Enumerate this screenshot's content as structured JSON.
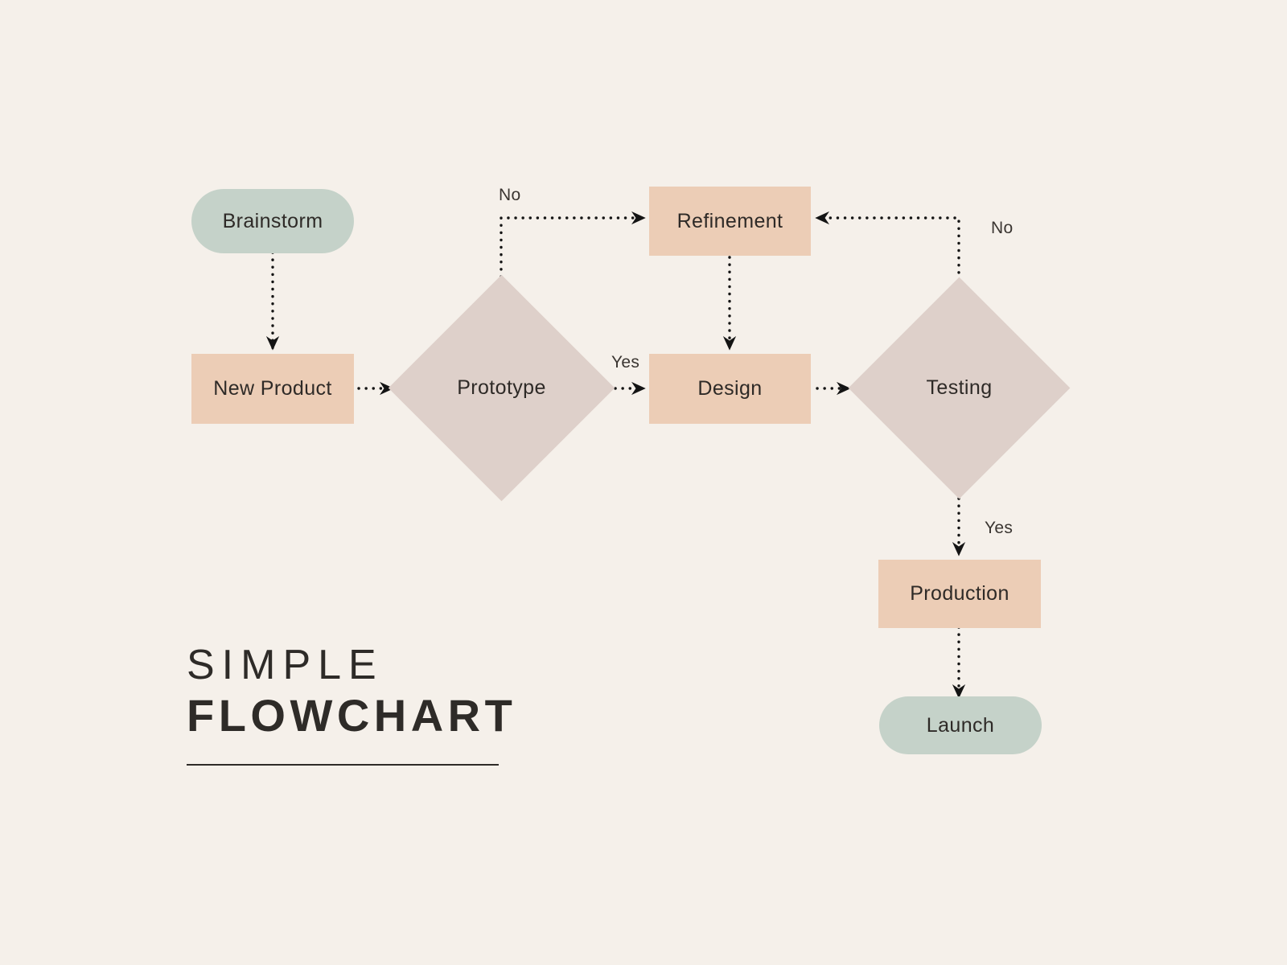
{
  "page": {
    "background_color": "#f5f0ea",
    "title_line1": "SIMPLE",
    "title_line2": "FLOWCHART"
  },
  "palette": {
    "terminator": "#c5d2c9",
    "process": "#eccdb6",
    "decision": "#ded0ca",
    "text": "#2e2a27",
    "connector": "#1a1a1a"
  },
  "nodes": {
    "brainstorm": {
      "label": "Brainstorm",
      "shape": "terminator"
    },
    "new_product": {
      "label": "New Product",
      "shape": "process"
    },
    "prototype": {
      "label": "Prototype",
      "shape": "decision"
    },
    "refinement": {
      "label": "Refinement",
      "shape": "process"
    },
    "design": {
      "label": "Design",
      "shape": "process"
    },
    "testing": {
      "label": "Testing",
      "shape": "decision"
    },
    "production": {
      "label": "Production",
      "shape": "process"
    },
    "launch": {
      "label": "Launch",
      "shape": "terminator"
    }
  },
  "edge_labels": {
    "prototype_no": "No",
    "prototype_yes": "Yes",
    "testing_no": "No",
    "testing_yes": "Yes"
  },
  "chart_data": {
    "type": "diagram",
    "title": "SIMPLE FLOWCHART",
    "nodes": [
      {
        "id": "brainstorm",
        "label": "Brainstorm",
        "shape": "rounded-rectangle",
        "color": "#c5d2c9"
      },
      {
        "id": "new_product",
        "label": "New Product",
        "shape": "rectangle",
        "color": "#eccdb6"
      },
      {
        "id": "prototype",
        "label": "Prototype",
        "shape": "diamond",
        "color": "#ded0ca"
      },
      {
        "id": "refinement",
        "label": "Refinement",
        "shape": "rectangle",
        "color": "#eccdb6"
      },
      {
        "id": "design",
        "label": "Design",
        "shape": "rectangle",
        "color": "#eccdb6"
      },
      {
        "id": "testing",
        "label": "Testing",
        "shape": "diamond",
        "color": "#ded0ca"
      },
      {
        "id": "production",
        "label": "Production",
        "shape": "rectangle",
        "color": "#eccdb6"
      },
      {
        "id": "launch",
        "label": "Launch",
        "shape": "rounded-rectangle",
        "color": "#c5d2c9"
      }
    ],
    "edges": [
      {
        "from": "brainstorm",
        "to": "new_product",
        "label": ""
      },
      {
        "from": "new_product",
        "to": "prototype",
        "label": ""
      },
      {
        "from": "prototype",
        "to": "refinement",
        "label": "No"
      },
      {
        "from": "prototype",
        "to": "design",
        "label": "Yes"
      },
      {
        "from": "refinement",
        "to": "design",
        "label": ""
      },
      {
        "from": "design",
        "to": "testing",
        "label": ""
      },
      {
        "from": "testing",
        "to": "refinement",
        "label": "No"
      },
      {
        "from": "testing",
        "to": "production",
        "label": "Yes"
      },
      {
        "from": "production",
        "to": "launch",
        "label": ""
      }
    ],
    "edge_style": "dotted-with-arrowheads"
  }
}
